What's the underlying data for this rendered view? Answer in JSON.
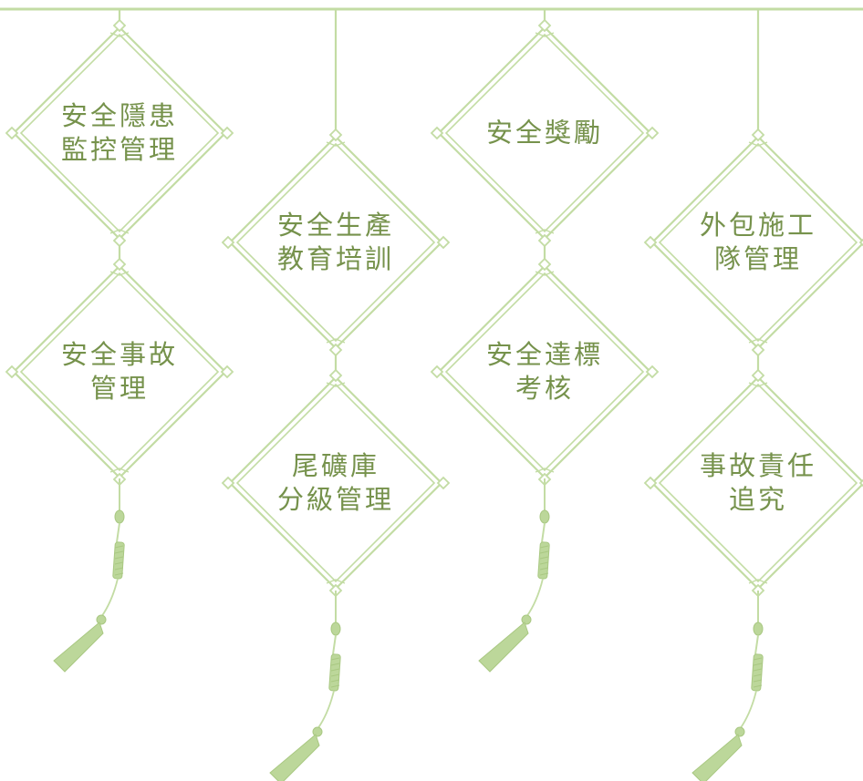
{
  "colors": {
    "line": "#c3dca4",
    "text": "#76924c",
    "tassel": "#bcd79a",
    "tassel_dark": "#a9c882"
  },
  "nodes": [
    {
      "id": "hidden-danger",
      "text": "安全隱患\n監控管理"
    },
    {
      "id": "accident-mgmt",
      "text": "安全事故\n管理"
    },
    {
      "id": "education-training",
      "text": "安全生產\n教育培訓"
    },
    {
      "id": "tailings-pond",
      "text": "尾礦庫\n分級管理"
    },
    {
      "id": "reward",
      "text": "安全獎勵"
    },
    {
      "id": "compliance",
      "text": "安全達標\n考核"
    },
    {
      "id": "contractor",
      "text": "外包施工\n隊管理"
    },
    {
      "id": "accountability",
      "text": "事故責任\n追究"
    }
  ]
}
